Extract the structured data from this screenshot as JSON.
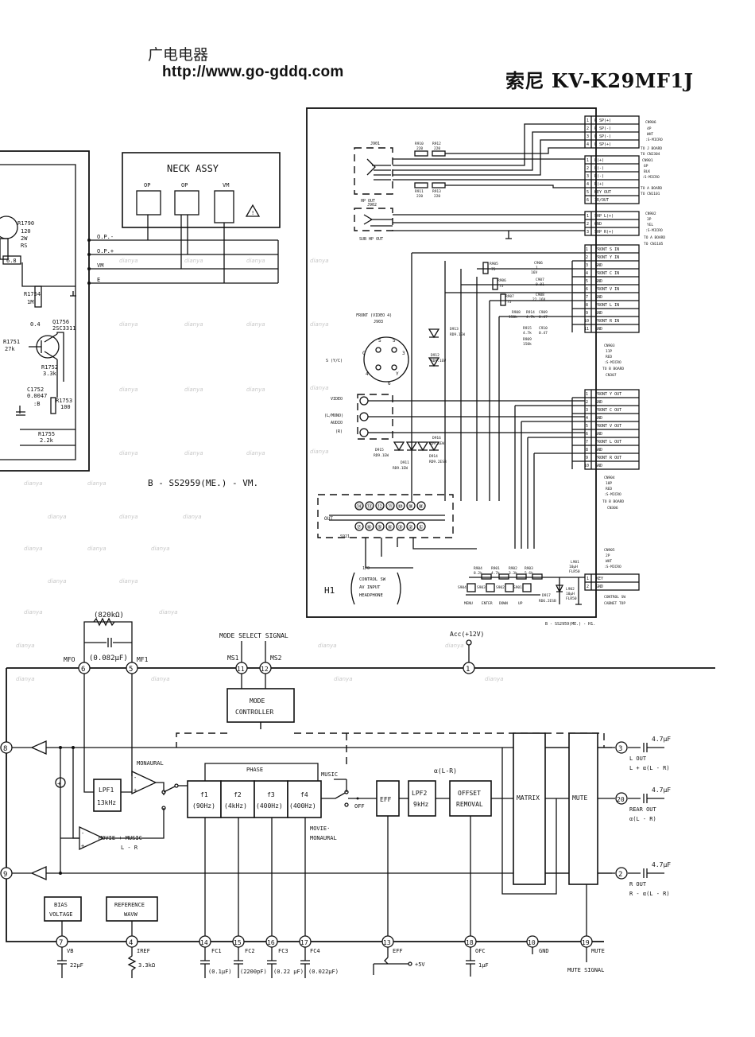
{
  "header": {
    "site_name_cn": "广电电器",
    "url": "http://www.go-gddq.com",
    "model": "索尼 KV-K29MF1J"
  },
  "neck": {
    "title": "NECK ASSY",
    "op1": "OP",
    "op2": "OP",
    "vm": "VM",
    "wire_op_minus": "O.P.-",
    "wire_op_plus": "O.P.+",
    "wire_vm": "VM",
    "wire_e": "E",
    "r1790": [
      "R1790",
      "120",
      "2W",
      "RS"
    ],
    "v68": "6.8",
    "r1754": [
      "R1754",
      "1M"
    ],
    "v04": "0.4",
    "q1756": [
      "Q1756",
      "2SC3311"
    ],
    "r1751": [
      "R1751",
      "27k"
    ],
    "r1752": [
      "R1752",
      "3.3k"
    ],
    "c1752": [
      "C1752",
      "0.0047",
      ":B"
    ],
    "r1753": [
      "R1753",
      "100"
    ],
    "r1755": [
      "R1755",
      "2.2k"
    ],
    "caption": "B - SS2959(ME.) - VM."
  },
  "h1": {
    "board_name": "H1",
    "board_sub": [
      "CONTROL SW",
      "AV INPUT",
      "HEADPHONE"
    ],
    "caption": "B - SS2959(ME.) - H1.",
    "cn906_pins": [
      "R SP(+)",
      "R SP(-)",
      "L SP(-)",
      "L SP(+)"
    ],
    "cn906_label": [
      "CN906",
      "4P",
      "WHT",
      ":S-MICRO",
      "TO J BOARD",
      "TO CN2304"
    ],
    "cn901_pins": [
      "L(+)",
      "L(-)",
      "R(-)",
      "R(+)",
      "KEY OUT",
      "IR/OUT"
    ],
    "cn901_label": [
      "CN901",
      "6P",
      "BLK",
      ":S-MICRO",
      "TO A BOARD",
      "TO CN1101"
    ],
    "cn902_pins": [
      "SHP L(+)",
      "GND",
      "SHP R(+)"
    ],
    "cn902_label": [
      "CN902",
      "3P",
      "YEL",
      ":S-MICRO",
      "TO A BOARD",
      "TO CN1105"
    ],
    "cn903_pins": [
      "FRONT S IN",
      "FRONT Y IN",
      "GND",
      "FRONT C IN",
      "GND",
      "FRONT V IN",
      "GND",
      "FRONT L IN",
      "GND",
      "FRONT R IN",
      "GND"
    ],
    "cn903_label": [
      "CN903",
      "11P",
      "RED",
      ":S-MICRO",
      "TO B BOARD",
      "CN307"
    ],
    "cn904_pins": [
      "FRONT Y OUT",
      "GND",
      "FRONT C OUT",
      "GND",
      "FRONT V OUT",
      "GND",
      "FRONT L OUT",
      "GND",
      "FRONT R OUT",
      "GND"
    ],
    "cn904_label": [
      "CN904",
      "10P",
      "RED",
      ":S-MICRO",
      "TO B BOARD",
      "CN306"
    ],
    "cn905_pins": [
      "KEY",
      "GND"
    ],
    "cn905_label": [
      "CN905",
      "2P",
      "WHT",
      ":S-MICRO"
    ],
    "cn905_to": [
      "CONTROL SW",
      "CABNET TOP"
    ],
    "j901": "J901",
    "hp_out": "HP OUT",
    "j902": "J902",
    "sub_hp_out": "SUB HP OUT",
    "r910": [
      "R910",
      "220"
    ],
    "r912": [
      "R912",
      "220"
    ],
    "r911": [
      "R911",
      "220"
    ],
    "r913": [
      "R913",
      "220"
    ],
    "front_video4": "FRONT  (VIDEO 4)",
    "j903": "J903",
    "s_yc": "S (Y/C)",
    "video": "VIDEO",
    "l_mono": "(L/MONO)",
    "audio": "AUDIO",
    "r_ch": "(R)",
    "d913": [
      "D913",
      "RD9.1EW"
    ],
    "d912": [
      "D912",
      "RD9.1EW"
    ],
    "d915": [
      "D915",
      "RD9.1EW"
    ],
    "d916": [
      "D916",
      "RD9.1EW"
    ],
    "d911": [
      "D911",
      "RD9.1EW"
    ],
    "d914": [
      "D914",
      "RD9.2ESB"
    ],
    "d917": [
      "D917",
      "RD6.2ESB"
    ],
    "r905": [
      "R905",
      "75"
    ],
    "r906": [
      "R906",
      "75"
    ],
    "r907": [
      "R907",
      "75"
    ],
    "r908": [
      "R908",
      "150k"
    ],
    "r914": [
      "R914",
      "4.7k"
    ],
    "r915": [
      "R915",
      "4.7k"
    ],
    "r909": [
      "R909",
      "150k"
    ],
    "c906": [
      "C906",
      "1",
      "16V"
    ],
    "c907": [
      "C907",
      "0.01"
    ],
    "c908": [
      "C908",
      "22 16V"
    ],
    "c909": [
      "C909",
      "0.47"
    ],
    "c910": [
      "C910",
      "0.47"
    ],
    "s921": "S921",
    "switch_top": [
      "⑭",
      "⑬",
      "⑫",
      "⑪",
      "⑩",
      "⑨",
      "⑧",
      "⑦",
      "⑥",
      "⑤",
      "④",
      "③",
      "②",
      "①"
    ],
    "one_zero": "1/0",
    "r904": [
      "R904",
      "8.2k"
    ],
    "r901": [
      "R901",
      "4.7k"
    ],
    "r902": [
      "R902",
      "3.3k"
    ],
    "r903": [
      "R903",
      "5.6k"
    ],
    "s904": "S904",
    "s903": "S903",
    "s902": "S902",
    "s901": "S901",
    "sw_names": [
      "MENU",
      "ENTER",
      "DOWN",
      "UP"
    ],
    "l901": [
      "L901",
      "10μH",
      "FLR50"
    ],
    "l902": [
      "L902",
      "10μH",
      "FLR50"
    ]
  },
  "ic": {
    "r820": "(820kΩ)",
    "c082": "(0.082μF)",
    "mode_select": "MODE SELECT SIGNAL",
    "acc": "Acc(+12V)",
    "mfo": "MFO",
    "mf1": "MF1",
    "ms1": "MS1",
    "ms2": "MS2",
    "mode_controller": [
      "MODE",
      "CONTROLLER"
    ],
    "lpf1": [
      "LPF1",
      "13kHz"
    ],
    "monaural": "MONAURAL",
    "phase": "PHASE",
    "music": "MUSIC",
    "off": "OFF",
    "f1": [
      "f1",
      "(90Hz)"
    ],
    "f2": [
      "f2",
      "(4kHz)"
    ],
    "f3": [
      "f3",
      "(400Hz)"
    ],
    "f4": [
      "f4",
      "(400Hz)"
    ],
    "eff": "EFF",
    "lpf2": [
      "LPF2",
      "9kHz"
    ],
    "offset": [
      "OFFSET",
      "REMOVAL"
    ],
    "alpha_lr": "α(L-R)",
    "matrix": "MATRIX",
    "mute": "MUTE",
    "movie_music": "MOVIE + MUSIC",
    "l_minus_r": "L - R",
    "movie_mon": [
      "MOVIE·",
      "MONAURAL"
    ],
    "bias": [
      "BIAS",
      "VOLTAGE"
    ],
    "ref": [
      "REFERENCE",
      "WAVW"
    ],
    "l_out": [
      "L OUT",
      "L + α(L - R)"
    ],
    "rear_out": [
      "REAR OUT",
      "α(L - R)"
    ],
    "r_out": [
      "R OUT",
      "R - α(L - R)"
    ],
    "cap47": "4.7μF",
    "vb": "VB",
    "iref": "IREF",
    "fc1": "FC1",
    "fc2": "FC2",
    "fc3": "FC3",
    "fc4": "FC4",
    "eff_pin": "EFF",
    "ofc": "OFC",
    "gnd": "GND",
    "mute_pin": "MUTE",
    "c22": "22μF",
    "r33k": "3.3kΩ",
    "c01": "(0.1μF)",
    "c2200": "(2200pF)",
    "c022": "(0.22 μF)",
    "c0022": "(0.022μF)",
    "plus5v": "+5V",
    "c1u": "1μF",
    "mute_signal": "MUTE SIGNAL",
    "pins": {
      "p1": "1",
      "p2": "2",
      "p3": "3",
      "p4": "4",
      "p5": "5",
      "p6": "6",
      "p7": "7",
      "p8": "8",
      "p9": "9",
      "p10": "10",
      "p11": "11",
      "p12": "12",
      "p13": "13",
      "p14": "14",
      "p15": "15",
      "p16": "16",
      "p17": "17",
      "p18": "18",
      "p19": "19",
      "p20": "20"
    }
  }
}
